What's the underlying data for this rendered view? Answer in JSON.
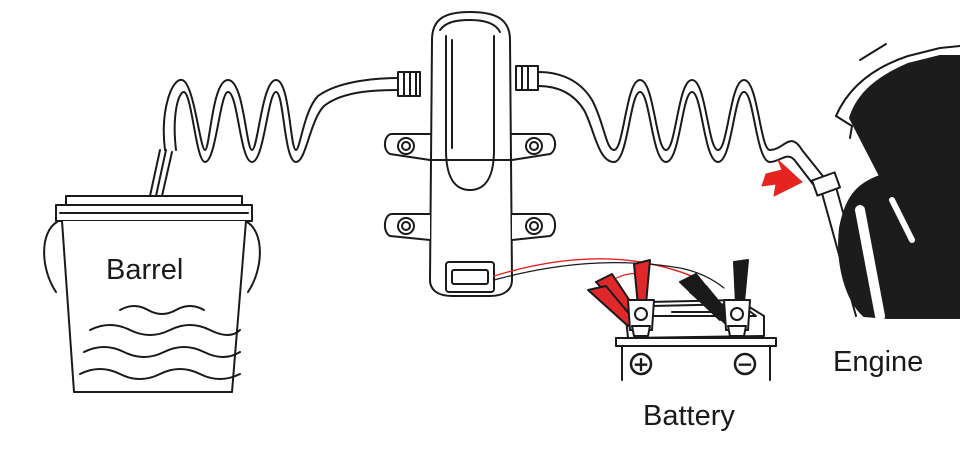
{
  "labels": {
    "barrel": "Barrel",
    "engine": "Engine",
    "battery": "Battery"
  },
  "battery": {
    "positive_symbol": "+",
    "negative_symbol": "−"
  },
  "colors": {
    "line": "#1a1a1a",
    "accent": "#e52420",
    "clamp_red": "#e0282a",
    "clamp_black": "#1a1a1a",
    "engine_fill": "#1c1c1c"
  }
}
